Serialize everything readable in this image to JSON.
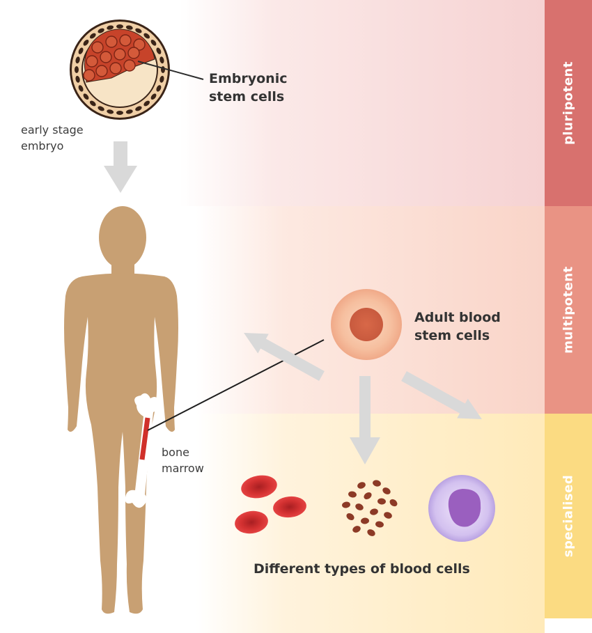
{
  "labels": {
    "embryonic_line1": "Embryonic",
    "embryonic_line2": "stem cells",
    "early_line1": "early stage",
    "early_line2": "embryo",
    "adult_line1": "Adult blood",
    "adult_line2": "stem cells",
    "bone_line1": "bone",
    "bone_line2": "marrow",
    "blood_types": "Different types of blood cells"
  },
  "potency": {
    "pluripotent": "pluripotent",
    "multipotent": "multipotent",
    "specialised": "specialised"
  },
  "colors": {
    "pluripotent_band": "#d8716e",
    "multipotent_band": "#e99384",
    "specialised_band": "#fbdb82",
    "body": "#c8a073",
    "embryo_cell": "#c9452b",
    "arrow": "#d9d9d9",
    "red_cell": "#d63331",
    "platelet": "#8c3a26",
    "white_cell": "#b89ce0"
  },
  "icons": [
    "embryo-icon",
    "human-figure-icon",
    "bone-icon",
    "stem-cell-icon",
    "red-blood-cell-icon",
    "platelet-icon",
    "white-blood-cell-icon",
    "arrow-down-icon"
  ]
}
